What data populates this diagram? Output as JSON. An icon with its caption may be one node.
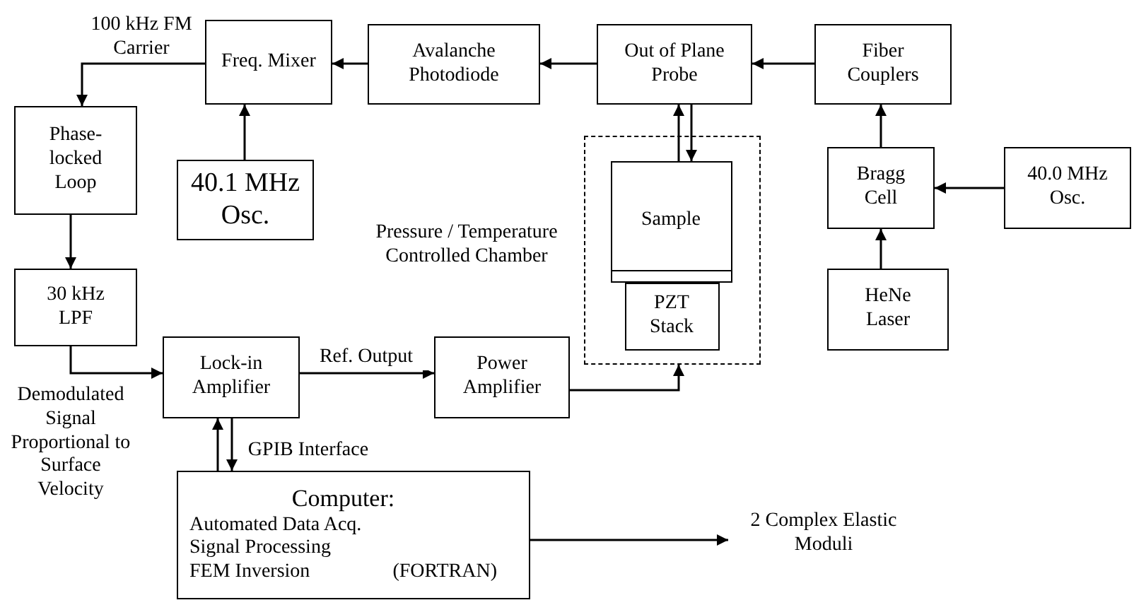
{
  "diagram": {
    "nodes": [
      {
        "text": [
          "Freq. Mixer"
        ]
      },
      {
        "text": [
          "Avalanche Photodiode"
        ]
      },
      {
        "text": [
          "Out of Plane Probe"
        ]
      },
      {
        "text": [
          "Fiber Couplers"
        ]
      },
      {
        "text": [
          "Phase-locked Loop"
        ]
      },
      {
        "text": [
          "40.1 MHz Osc."
        ]
      },
      {
        "text": [
          "Pressure / Temperature Controlled Chamber"
        ]
      },
      {
        "text": [
          "Sample"
        ],
        "in": 6
      },
      {
        "text": [
          "PZT Stack"
        ],
        "in": 6
      },
      {
        "text": [
          "Bragg Cell"
        ]
      },
      {
        "text": [
          "40.0 MHz Osc."
        ]
      },
      {
        "text": [
          "HeNe Laser"
        ]
      },
      {
        "text": [
          "30 kHz LPF"
        ]
      },
      {
        "text": [
          "Lock-in Amplifier"
        ]
      },
      {
        "text": [
          "Power Amplifier"
        ]
      },
      {
        "text": [
          "Computer:",
          "Automated Data Acq.",
          "Signal Processing",
          "FEM Inversion",
          "(FORTRAN)"
        ]
      },
      {
        "text": [
          "2 Complex Elastic Moduli"
        ]
      }
    ],
    "edges": [
      {
        "from": 1,
        "to": 0,
        "arrow": "to"
      },
      {
        "from": 2,
        "to": 1,
        "arrow": "to"
      },
      {
        "from": 3,
        "to": 2,
        "arrow": "to"
      },
      {
        "from": 0,
        "to": 4,
        "arrow": "to",
        "label": "100 kHz FM Carrier"
      },
      {
        "from": 5,
        "to": 0,
        "arrow": "to"
      },
      {
        "from": 7,
        "to": 2,
        "arrow": "to"
      },
      {
        "from": 2,
        "to": 7,
        "arrow": "to"
      },
      {
        "from": 9,
        "to": 3,
        "arrow": "to"
      },
      {
        "from": 10,
        "to": 9,
        "arrow": "to"
      },
      {
        "from": 11,
        "to": 9,
        "arrow": "to"
      },
      {
        "from": 4,
        "to": 12,
        "arrow": "to"
      },
      {
        "from": 12,
        "to": 13,
        "arrow": "to",
        "label": "Demodulated Signal Proportional to Surface Velocity"
      },
      {
        "from": 13,
        "to": 14,
        "arrow": "to",
        "label": "Ref. Output"
      },
      {
        "from": 14,
        "to": 6,
        "arrow": "to"
      },
      {
        "from": 15,
        "to": 13,
        "arrow": "to"
      },
      {
        "from": 13,
        "to": 15,
        "arrow": "to",
        "label": "GPIB Interface"
      },
      {
        "from": 15,
        "to": 16,
        "arrow": "to"
      }
    ]
  }
}
